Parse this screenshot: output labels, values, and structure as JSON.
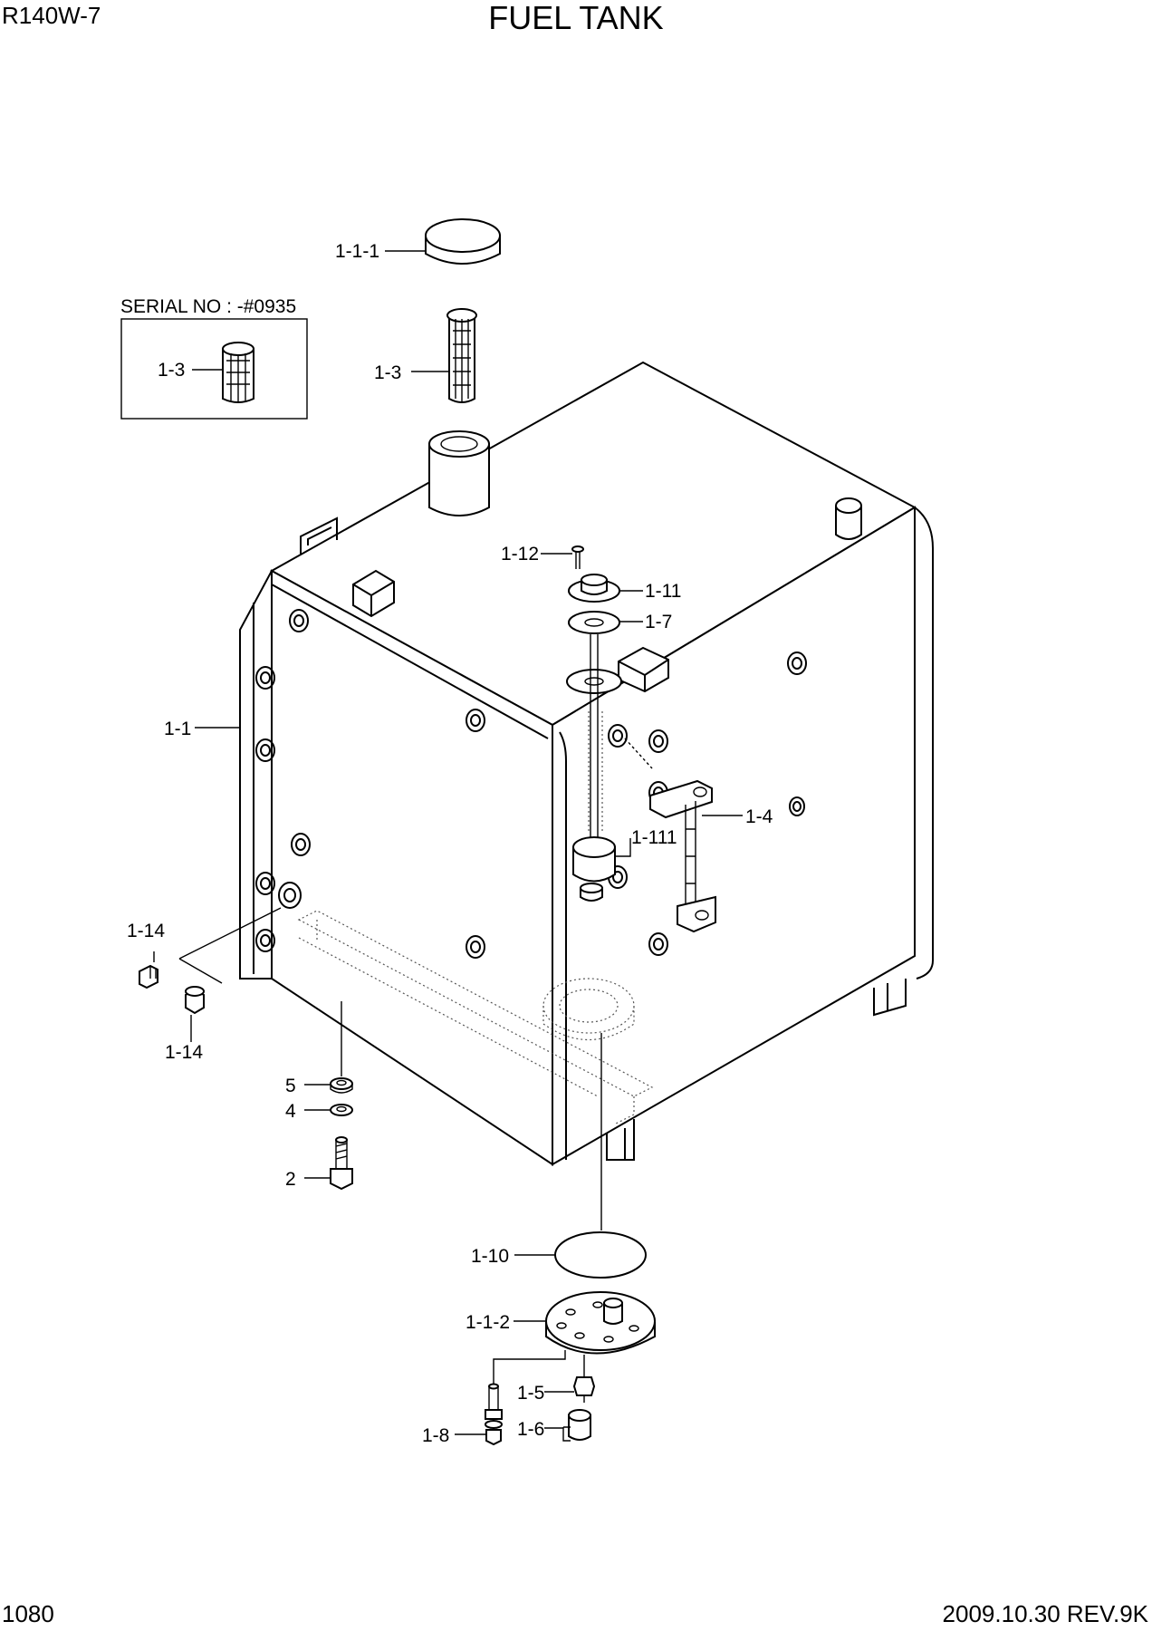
{
  "header": {
    "model": "R140W-7",
    "title": "FUEL TANK"
  },
  "footer": {
    "page_number": "1080",
    "revision": "2009.10.30  REV.9K"
  },
  "inset": {
    "caption": "SERIAL NO : -#0935",
    "part_label": "1-3"
  },
  "callouts": {
    "fuel_cap": "1-1-1",
    "strainer": "1-3",
    "screw_top": "1-12",
    "sender_cover": "1-11",
    "gasket_top": "1-7",
    "tank": "1-1",
    "level_gauge": "1-4",
    "float": "1-111",
    "plug_a": "1-14",
    "plug_b": "1-14",
    "washer_5": "5",
    "washer_4": "4",
    "bolt_2": "2",
    "o_ring": "1-10",
    "bottom_cover": "1-1-2",
    "drain_fitting": "1-5",
    "drain_cock": "1-6",
    "bolt_cover": "1-8"
  }
}
